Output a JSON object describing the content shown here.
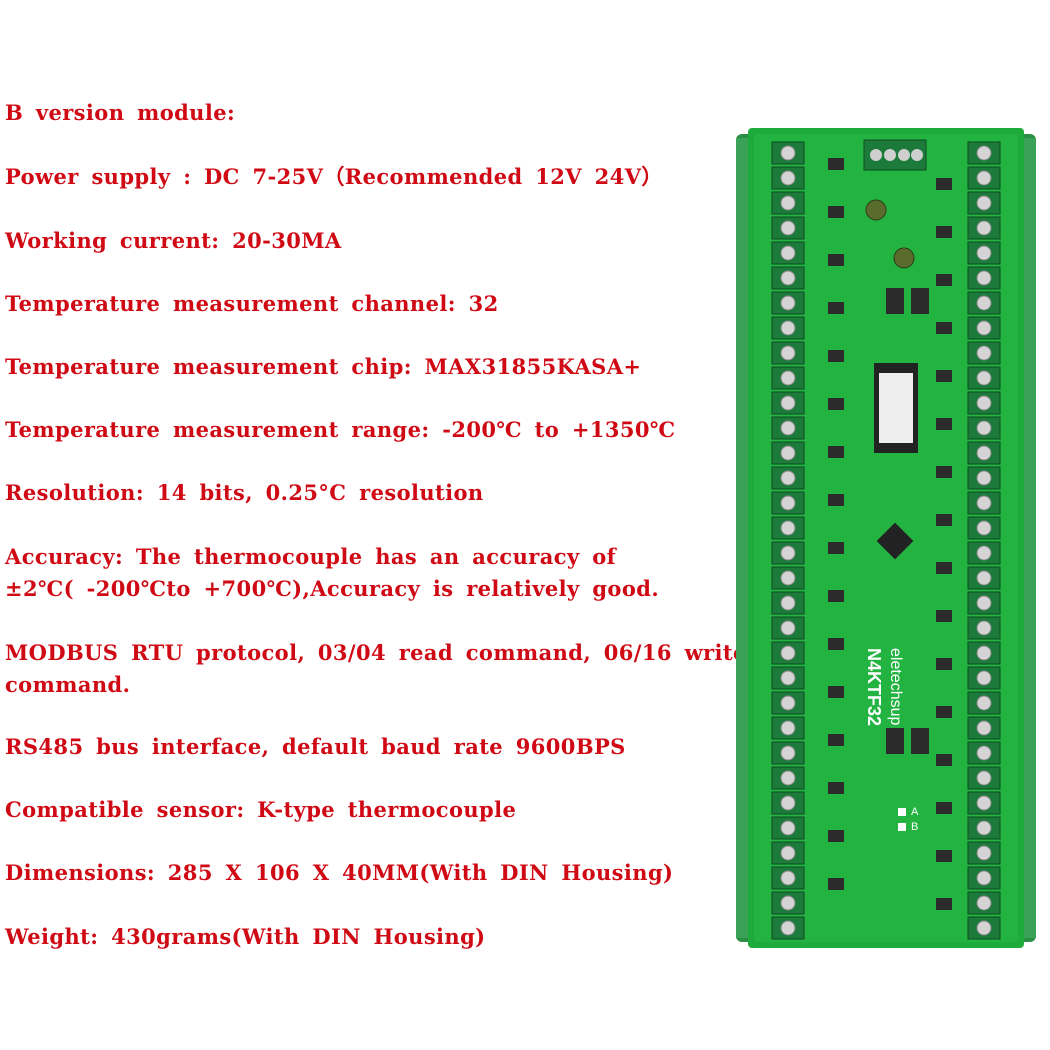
{
  "specs": [
    "B version module:",
    "Power supply : DC 7-25V（Recommended 12V 24V）",
    "Working current: 20-30MA",
    "Temperature measurement channel: 32",
    "Temperature measurement chip: MAX31855KASA+",
    "Temperature measurement range: -200℃ to +1350℃",
    "Resolution: 14 bits, 0.25°C resolution",
    "Accuracy: The thermocouple has an accuracy of",
    "±2℃( -200℃to +700℃),Accuracy is relatively good.",
    "MODBUS RTU protocol, 03/04 read command, 06/16 write",
    "command.",
    "RS485 bus interface, default baud rate 9600BPS",
    "Compatible sensor: K-type thermocouple",
    "Dimensions: 285 X 106 X 40MM(With DIN Housing)",
    "Weight: 430grams(With DIN Housing)"
  ],
  "board": {
    "brand": "eletechsup",
    "model": "N4KTF32",
    "bus_a": "A",
    "bus_b": "B",
    "pcb_color": "#1faa3c",
    "housing_color": "#2e9e4a"
  }
}
